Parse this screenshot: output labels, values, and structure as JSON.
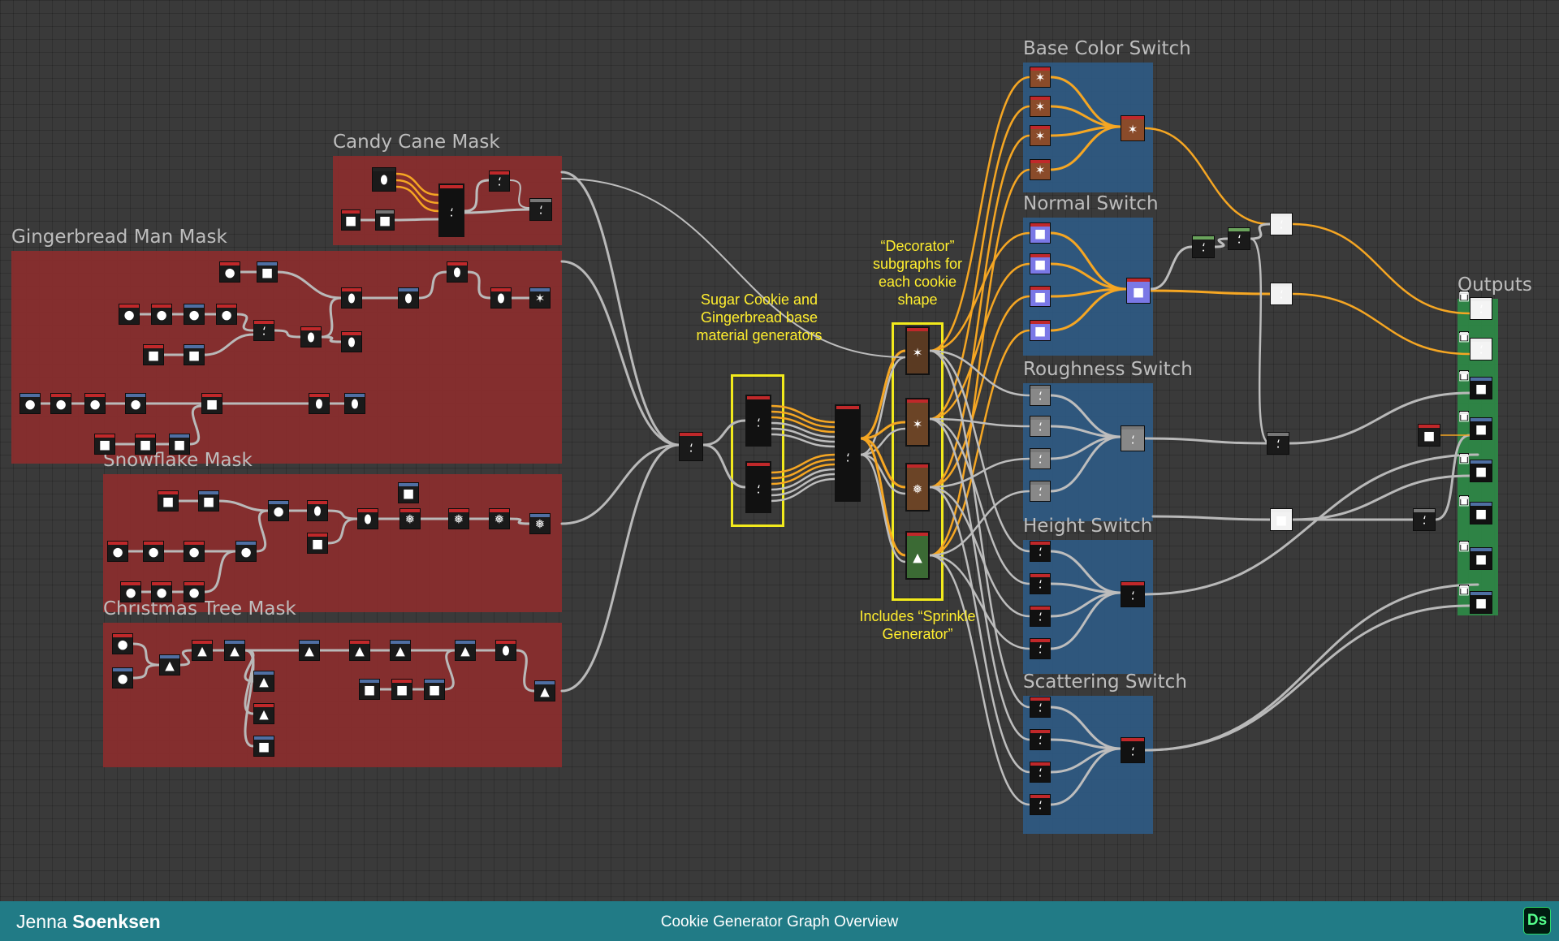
{
  "frames": [
    {
      "id": "candy-cane-mask",
      "title": "Candy Cane Mask",
      "color": "#8b2e2e"
    },
    {
      "id": "gingerbread-man-mask",
      "title": "Gingerbread Man Mask",
      "color": "#8b2e2e"
    },
    {
      "id": "snowflake-mask",
      "title": "Snowflake Mask",
      "color": "#8b2e2e"
    },
    {
      "id": "christmas-tree-mask",
      "title": "Christmas Tree Mask",
      "color": "#8b2e2e"
    },
    {
      "id": "base-color-switch",
      "title": "Base Color Switch",
      "color": "#2f5b85"
    },
    {
      "id": "normal-switch",
      "title": "Normal Switch",
      "color": "#2f5b85"
    },
    {
      "id": "roughness-switch",
      "title": "Roughness Switch",
      "color": "#2f5b85"
    },
    {
      "id": "height-switch",
      "title": "Height Switch",
      "color": "#2f5b85"
    },
    {
      "id": "scattering-switch",
      "title": "Scattering Switch",
      "color": "#2f5b85"
    },
    {
      "id": "outputs",
      "title": "Outputs",
      "color": "#2e8a47"
    }
  ],
  "annotations": {
    "base_generators": "Sugar Cookie and Gingerbread base material generators",
    "decorators": "“Decorator” subgraphs for each cookie shape",
    "sprinkle": "Includes “Sprinkle Generator”"
  },
  "status_bar": {
    "author_first": "Jenna",
    "author_last": "Soenksen",
    "caption": "Cookie Generator Graph Overview",
    "app_badge": "Ds"
  },
  "colors": {
    "canvas": "#3a3a3a",
    "mask_frame": "#8b2e2e",
    "switch_frame": "#2f5b85",
    "output_frame": "#2e8a47",
    "wire": "#b9b9b9",
    "color_wire": "#f5a623",
    "annotation": "#ffee2e",
    "status_bar": "#217b86"
  },
  "icons": {
    "status_badge": "substance-designer-logo",
    "node_glyphs": "candy-cane, circle, square, star, snowflake, tree, cube"
  }
}
